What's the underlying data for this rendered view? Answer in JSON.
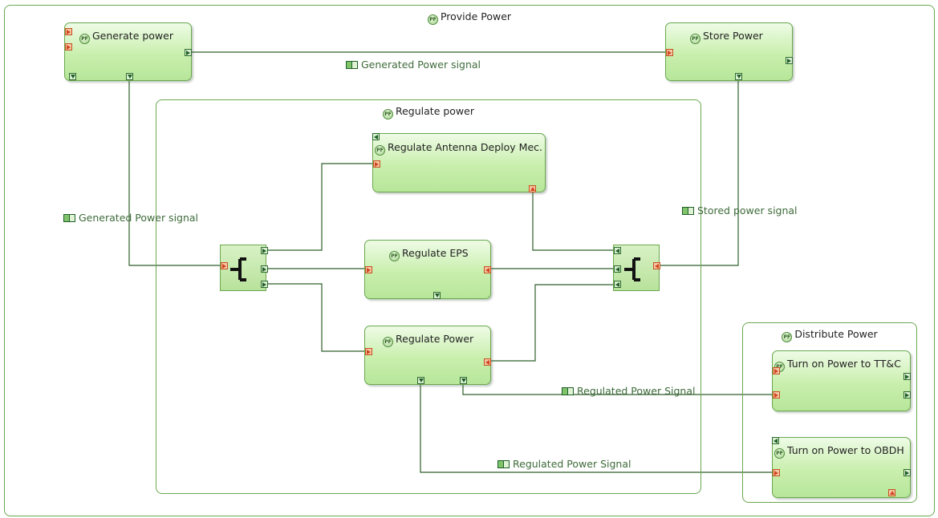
{
  "colors": {
    "wire": "#2e5f2a",
    "node_fill": "#c9efad",
    "container_border": "#6aa84f",
    "input_port": "#d2441a",
    "output_port": "#1f5e26"
  },
  "containers": {
    "provide_power": "Provide Power",
    "regulate_power": "Regulate power",
    "distribute_power": "Distribute Power"
  },
  "functions": {
    "generate_power": "Generate power",
    "store_power": "Store Power",
    "regulate_antenna": "Regulate Antenna Deploy Mec.",
    "regulate_eps": "Regulate EPS",
    "regulate_power_fn": "Regulate Power",
    "turn_on_ttc": "Turn on Power to TT&C",
    "turn_on_obdh": "Turn on Power to OBDH"
  },
  "exchanges": {
    "generated_power_signal_top": "Generated Power signal",
    "generated_power_signal_left": "Generated Power signal",
    "stored_power_signal": "Stored power signal",
    "regulated_power_signal_1": "Regulated Power Signal",
    "regulated_power_signal_2": "Regulated Power Signal"
  },
  "icons": {
    "function": "pf-function-icon",
    "exchange": "functional-exchange-icon",
    "split": "split-node-icon",
    "join": "join-node-icon"
  }
}
